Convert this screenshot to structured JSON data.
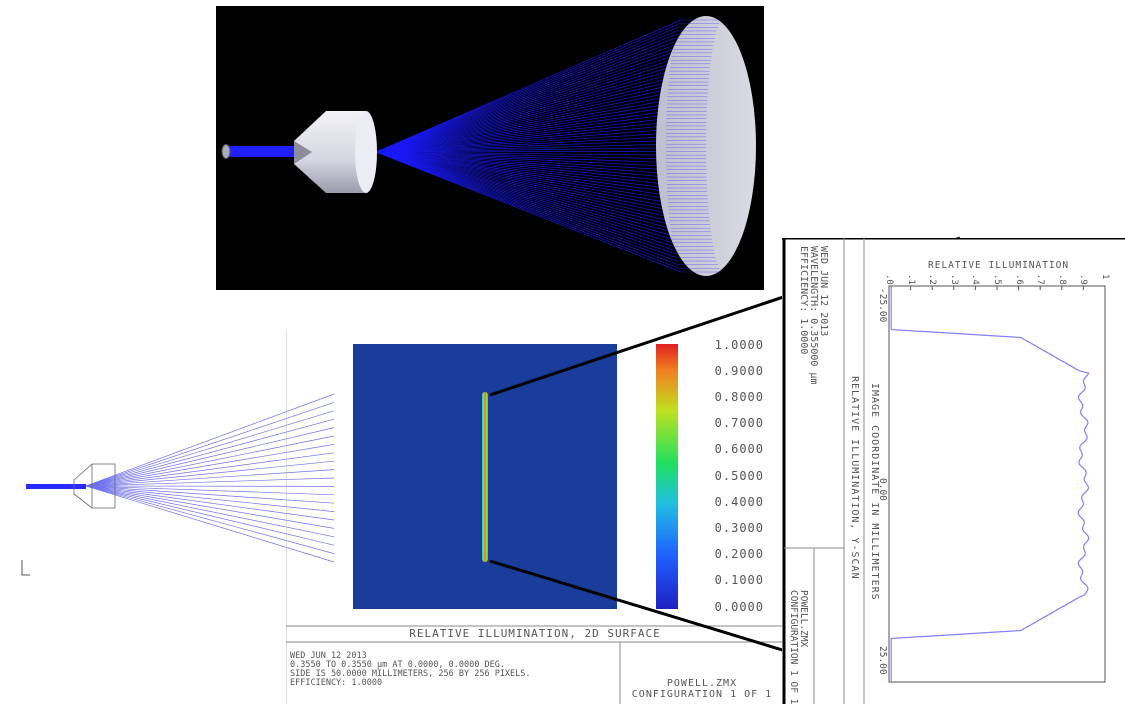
{
  "illumination_2d": {
    "title": "RELATIVE ILLUMINATION, 2D SURFACE",
    "info_lines": [
      "WED JUN 12 2013",
      "0.3550 TO 0.3550 µm AT 0.0000, 0.0000 DEG.",
      "SIDE IS 50.0000 MILLIMETERS, 256 BY 256 PIXELS.",
      "EFFICIENCY: 1.0000"
    ],
    "file_name": "POWELL.ZMX",
    "configuration": "CONFIGURATION 1 OF 1",
    "colorbar_ticks": [
      "1.0000",
      "0.9000",
      "0.8000",
      "0.7000",
      "0.6000",
      "0.5000",
      "0.4000",
      "0.3000",
      "0.2000",
      "0.1000",
      "0.0000"
    ],
    "colors": {
      "map_background": "#1a3d9c"
    }
  },
  "y_scan": {
    "header_lines": [
      "WED JUN 12 2013",
      "WAVELENGTH: 0.355000 µm",
      "EFFICIENCY: 1.0000"
    ],
    "title": "RELATIVE ILLUMINATION, Y-SCAN",
    "axis_label": "IMAGE COORDINATE IN MILLIMETERS",
    "value_axis_label": "RELATIVE ILLUMINATION",
    "value_ticks": [
      ".0",
      ".1",
      ".2",
      ".3",
      ".4",
      ".5",
      ".6",
      ".7",
      ".8",
      ".9",
      "1"
    ],
    "coord_ticks": [
      "-25.00",
      "0.00",
      "25.00"
    ],
    "file_name": "POWELL.ZMX",
    "configuration": "CONFIGURATION 1 OF 1",
    "colors": {
      "curve": "#8080ff"
    }
  },
  "colors": {
    "rays": "#1a1aff",
    "lens": "#e0e0ea"
  }
}
